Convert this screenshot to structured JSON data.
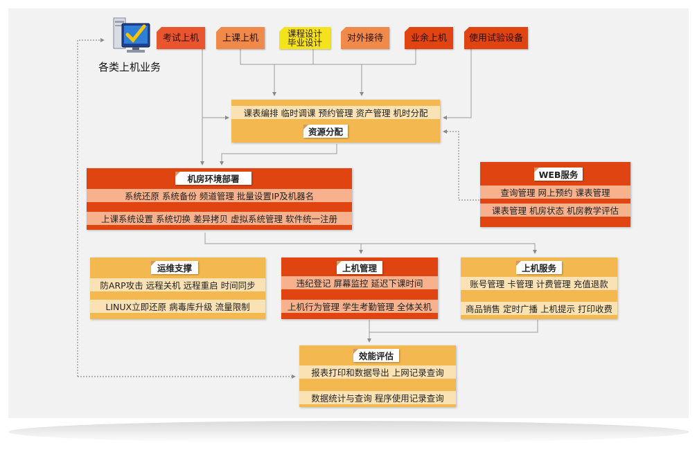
{
  "title": "各类上机业务",
  "colors": {
    "red": "#dd3e10",
    "orange": "#f0994e",
    "yellow": "#f4e21c",
    "amber": "#f4b850",
    "line": "#9a9a9a"
  },
  "icon": "computer-monitor-checkmark-icon",
  "top_tabs": [
    "考试上机",
    "上课上机",
    "课程设计\n毕业设计",
    "对外接待",
    "业余上机",
    "使用试验设备"
  ],
  "resource": {
    "items": "课表编排  临时调课  预约管理  资产管理  机时分配",
    "title": "资源分配"
  },
  "environment": {
    "title": "机房环境部署",
    "rows": [
      "系统还原   系统备份   频道管理   批量设置IP及机器名",
      "上课系统设置   系统切换   差异拷贝   虚拟系统管理   软件统一注册"
    ]
  },
  "web": {
    "title": "WEB服务",
    "rows": [
      "查询管理  网上预约   课表管理",
      "课表管理  机房状态 机房教学评估"
    ]
  },
  "ops": {
    "title": "运维支撑",
    "rows": [
      "防ARP攻击   远程关机   远程重启  时间同步",
      "LINUX立即还原  病毒库升级 流量限制"
    ]
  },
  "mgmt": {
    "title": "上机管理",
    "rows": [
      "违纪登记  屏幕监控  延迟下课时间",
      "上机行为管理  学生考勤管理  全体关机"
    ]
  },
  "service": {
    "title": "上机服务",
    "rows": [
      "账号管理  卡管理  计费管理  充值退款",
      "商品销售   定时广播  上机提示   打印收费"
    ]
  },
  "eval": {
    "title": "效能评估",
    "rows": [
      "报表打印和数据导出   上网记录查询",
      "数据统计与查询   程序使用记录查询"
    ]
  }
}
